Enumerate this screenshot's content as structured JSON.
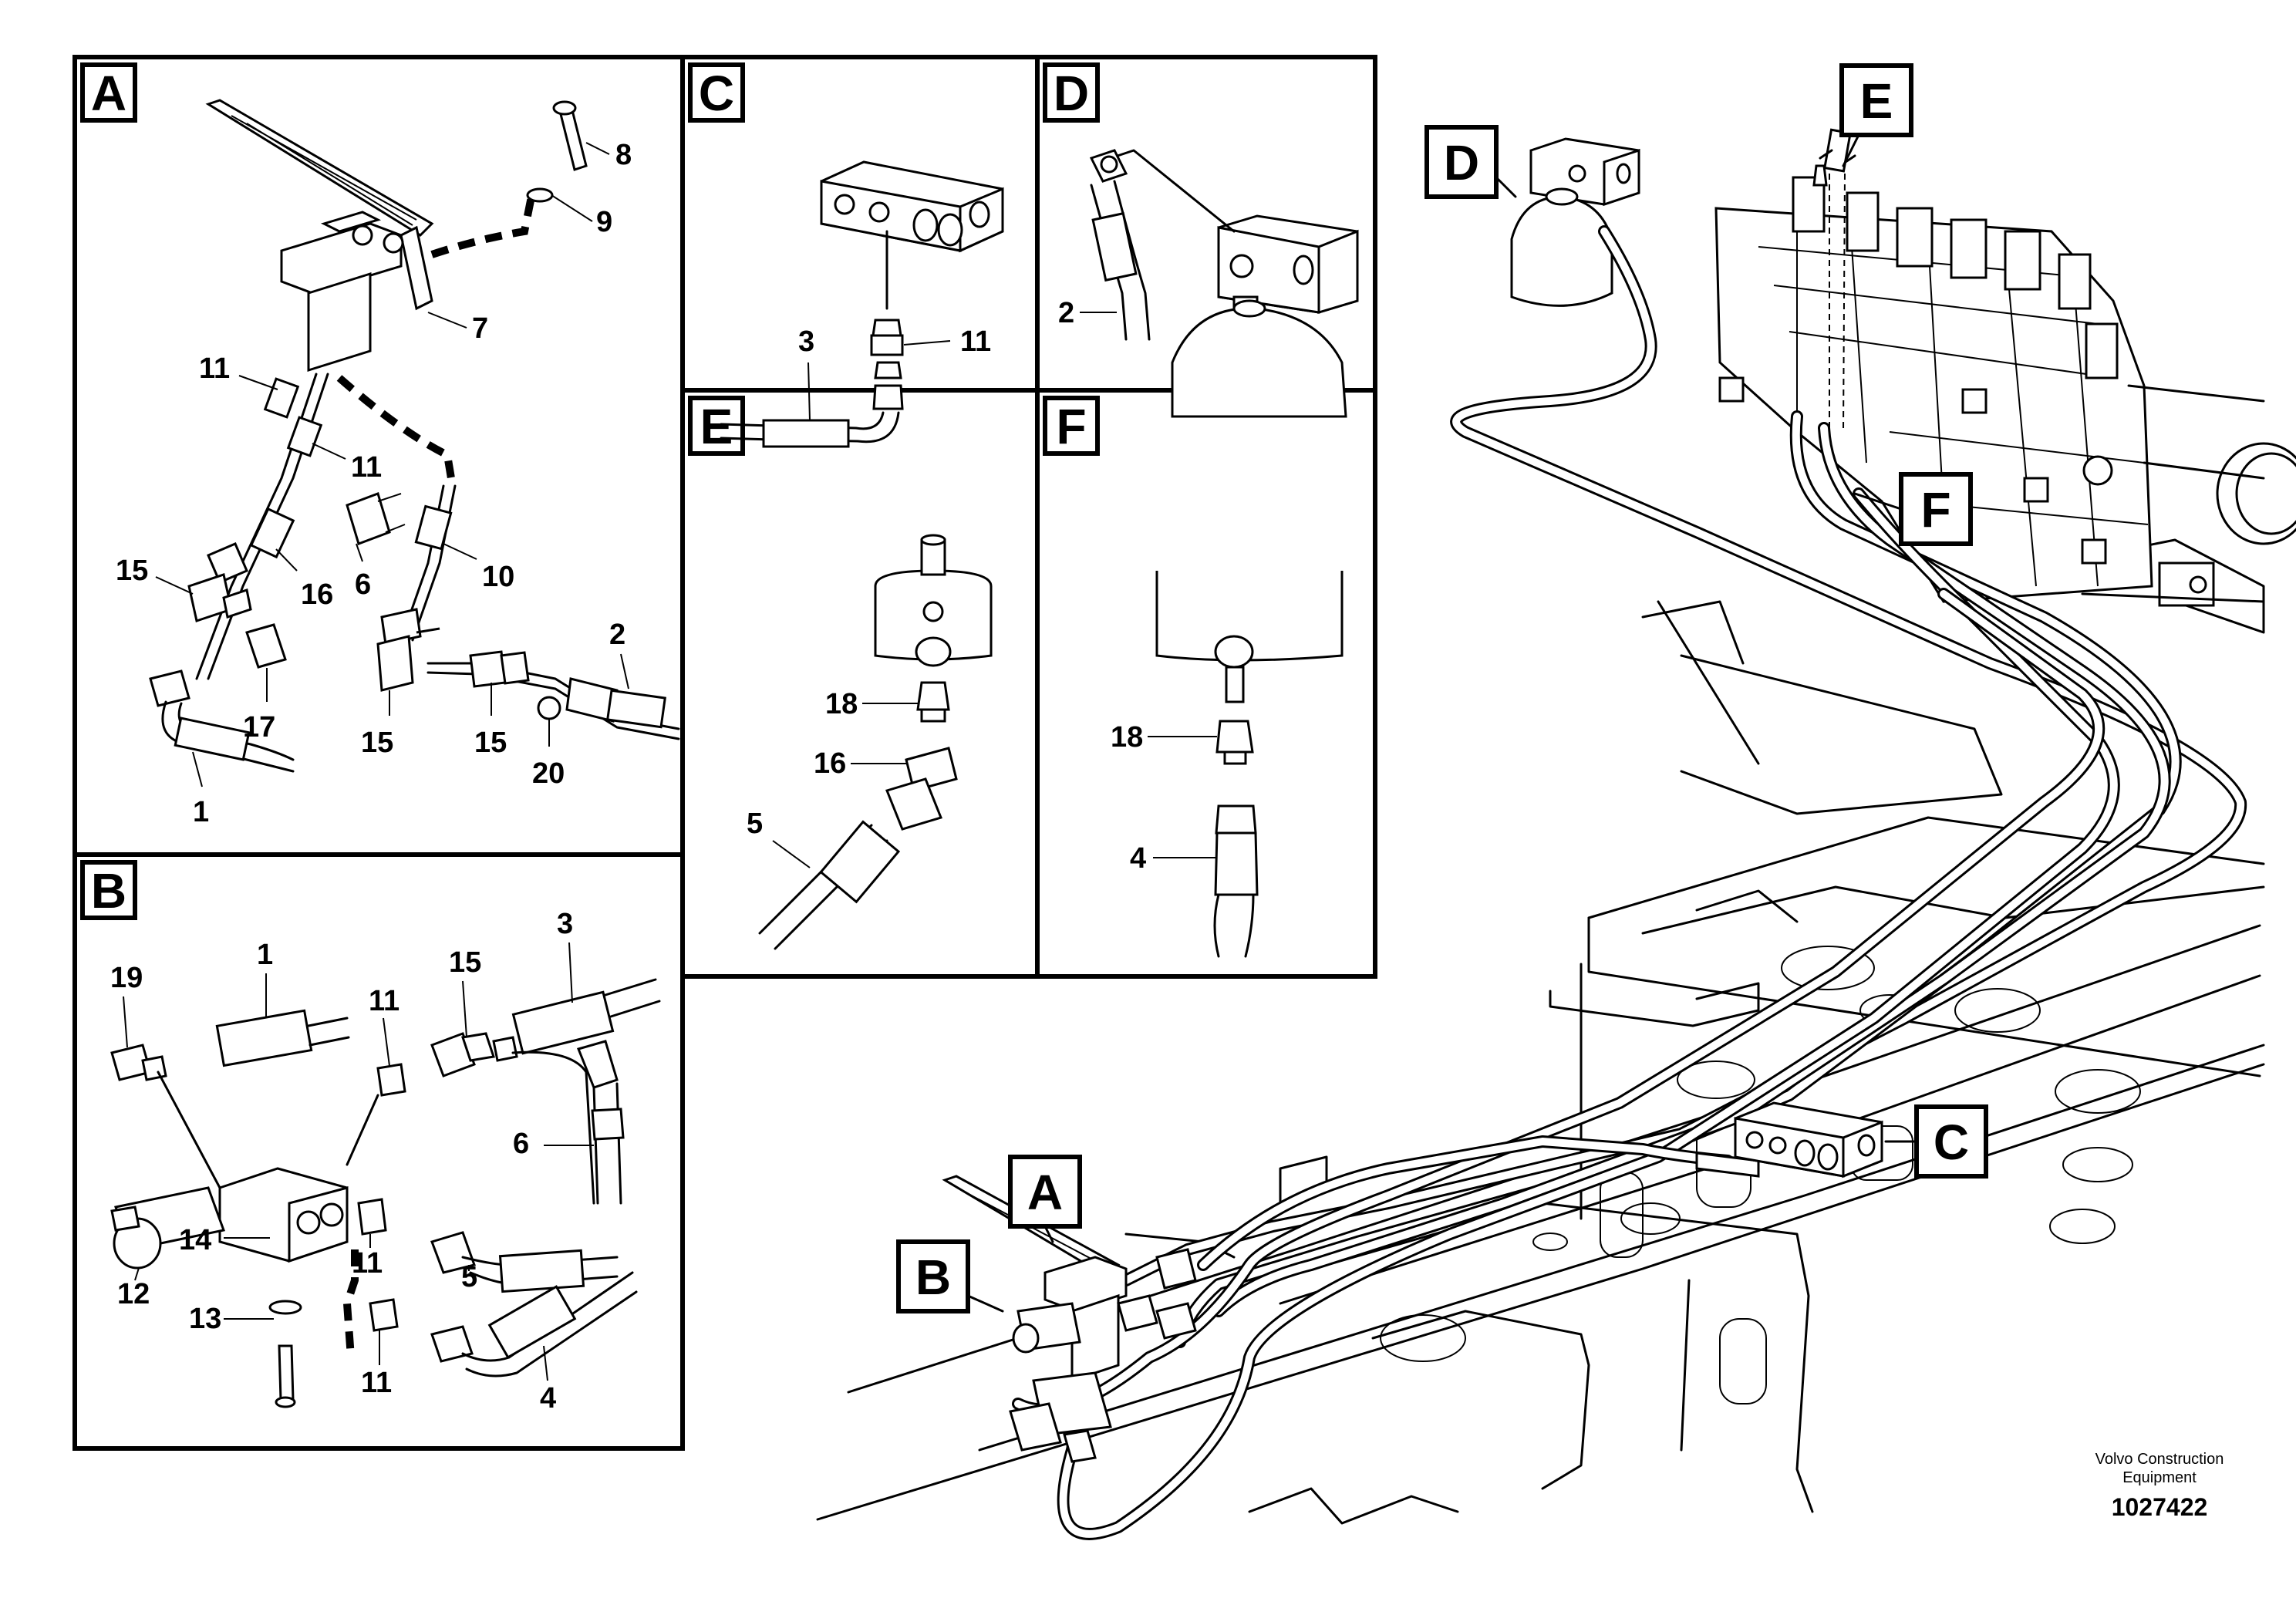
{
  "panels": [
    {
      "id": "A",
      "label": "A"
    },
    {
      "id": "B",
      "label": "B"
    },
    {
      "id": "C",
      "label": "C"
    },
    {
      "id": "D",
      "label": "D"
    },
    {
      "id": "E",
      "label": "E"
    },
    {
      "id": "F",
      "label": "F"
    }
  ],
  "overview_labels": {
    "a": "A",
    "b": "B",
    "c": "C",
    "d": "D",
    "e": "E",
    "f": "F"
  },
  "callouts_a": [
    "8",
    "9",
    "7",
    "11",
    "11",
    "6",
    "16",
    "15",
    "10",
    "17",
    "2",
    "15",
    "15",
    "20",
    "1"
  ],
  "callouts_b": [
    "1",
    "19",
    "11",
    "15",
    "3",
    "6",
    "14",
    "11",
    "12",
    "13",
    "5",
    "11",
    "4"
  ],
  "callouts_c": [
    "3",
    "11"
  ],
  "callouts_d": [
    "2"
  ],
  "callouts_e": [
    "18",
    "16",
    "5"
  ],
  "callouts_f": [
    "18",
    "4"
  ],
  "credit": {
    "line1": "Volvo Construction",
    "line2": "Equipment"
  },
  "doc_number": "1027422"
}
